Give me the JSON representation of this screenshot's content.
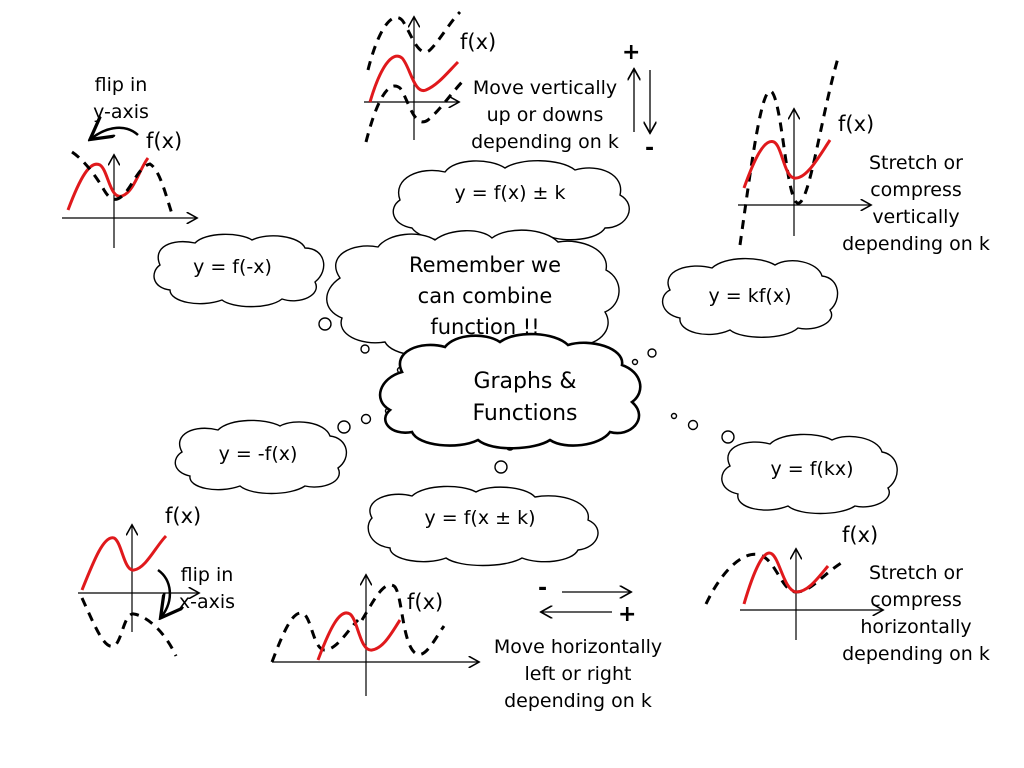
{
  "center": {
    "main": [
      "Graphs &",
      "Functions"
    ],
    "remember": [
      "Remember we",
      "can combine",
      "function !!"
    ]
  },
  "clouds": {
    "vertical": "y = f(x) ± k",
    "reflect_y": "y = f(-x)",
    "stretch_v": "y = kf(x)",
    "reflect_x": "y = -f(x)",
    "stretch_h": "y = f(kx)",
    "horizontal": "y = f(x ± k)"
  },
  "labels": {
    "fx": "f(x)",
    "flip_y": [
      "flip in",
      "y-axis"
    ],
    "flip_x": [
      "flip in",
      "x-axis"
    ],
    "move_v": [
      "Move vertically",
      "up or downs",
      "depending on k"
    ],
    "stretch_v": [
      "Stretch or",
      "compress",
      "vertically",
      "depending on k"
    ],
    "stretch_h": [
      "Stretch or",
      "compress",
      "horizontally",
      "depending on k"
    ],
    "move_h": [
      "Move horizontally",
      "left or right",
      "depending on k"
    ],
    "plus": "+",
    "minus": "-"
  },
  "colors": {
    "curve": "#e0191c",
    "ink": "#000000",
    "paper": "#ffffff"
  }
}
